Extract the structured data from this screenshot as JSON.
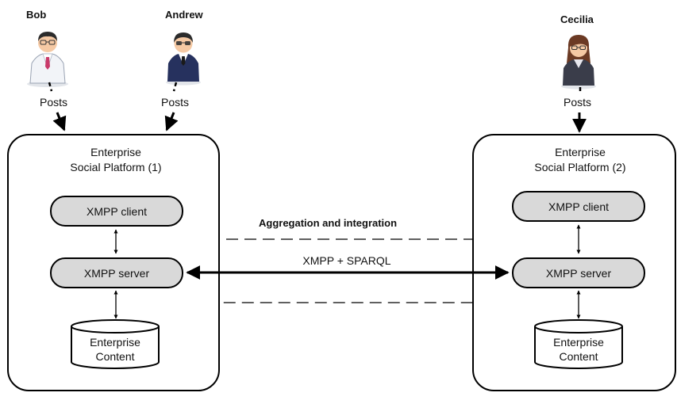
{
  "users": [
    {
      "name": "Bob",
      "post_label": "Posts"
    },
    {
      "name": "Andrew",
      "post_label": "Posts"
    },
    {
      "name": "Cecilia",
      "post_label": "Posts"
    }
  ],
  "platforms": [
    {
      "title_line1": "Enterprise",
      "title_line2": "Social Platform (1)",
      "client": "XMPP client",
      "server": "XMPP server",
      "content_line1": "Enterprise",
      "content_line2": "Content"
    },
    {
      "title_line1": "Enterprise",
      "title_line2": "Social Platform (2)",
      "client": "XMPP client",
      "server": "XMPP server",
      "content_line1": "Enterprise",
      "content_line2": "Content"
    }
  ],
  "aggregation_label": "Aggregation and integration",
  "link_label": "XMPP + SPARQL",
  "colors": {
    "box_fill": "#d9d9d9",
    "stroke": "#000000",
    "suit_andrew": "#26315e",
    "coat_bob": "#f2f4f8",
    "coat_cecilia": "#3a3d4a",
    "hair_dark": "#2b2b2b",
    "hair_cecilia": "#6b3a24",
    "skin": "#f5c9a4"
  },
  "icons": [
    "bob-avatar-icon",
    "andrew-avatar-icon",
    "cecilia-avatar-icon",
    "database-icon"
  ]
}
